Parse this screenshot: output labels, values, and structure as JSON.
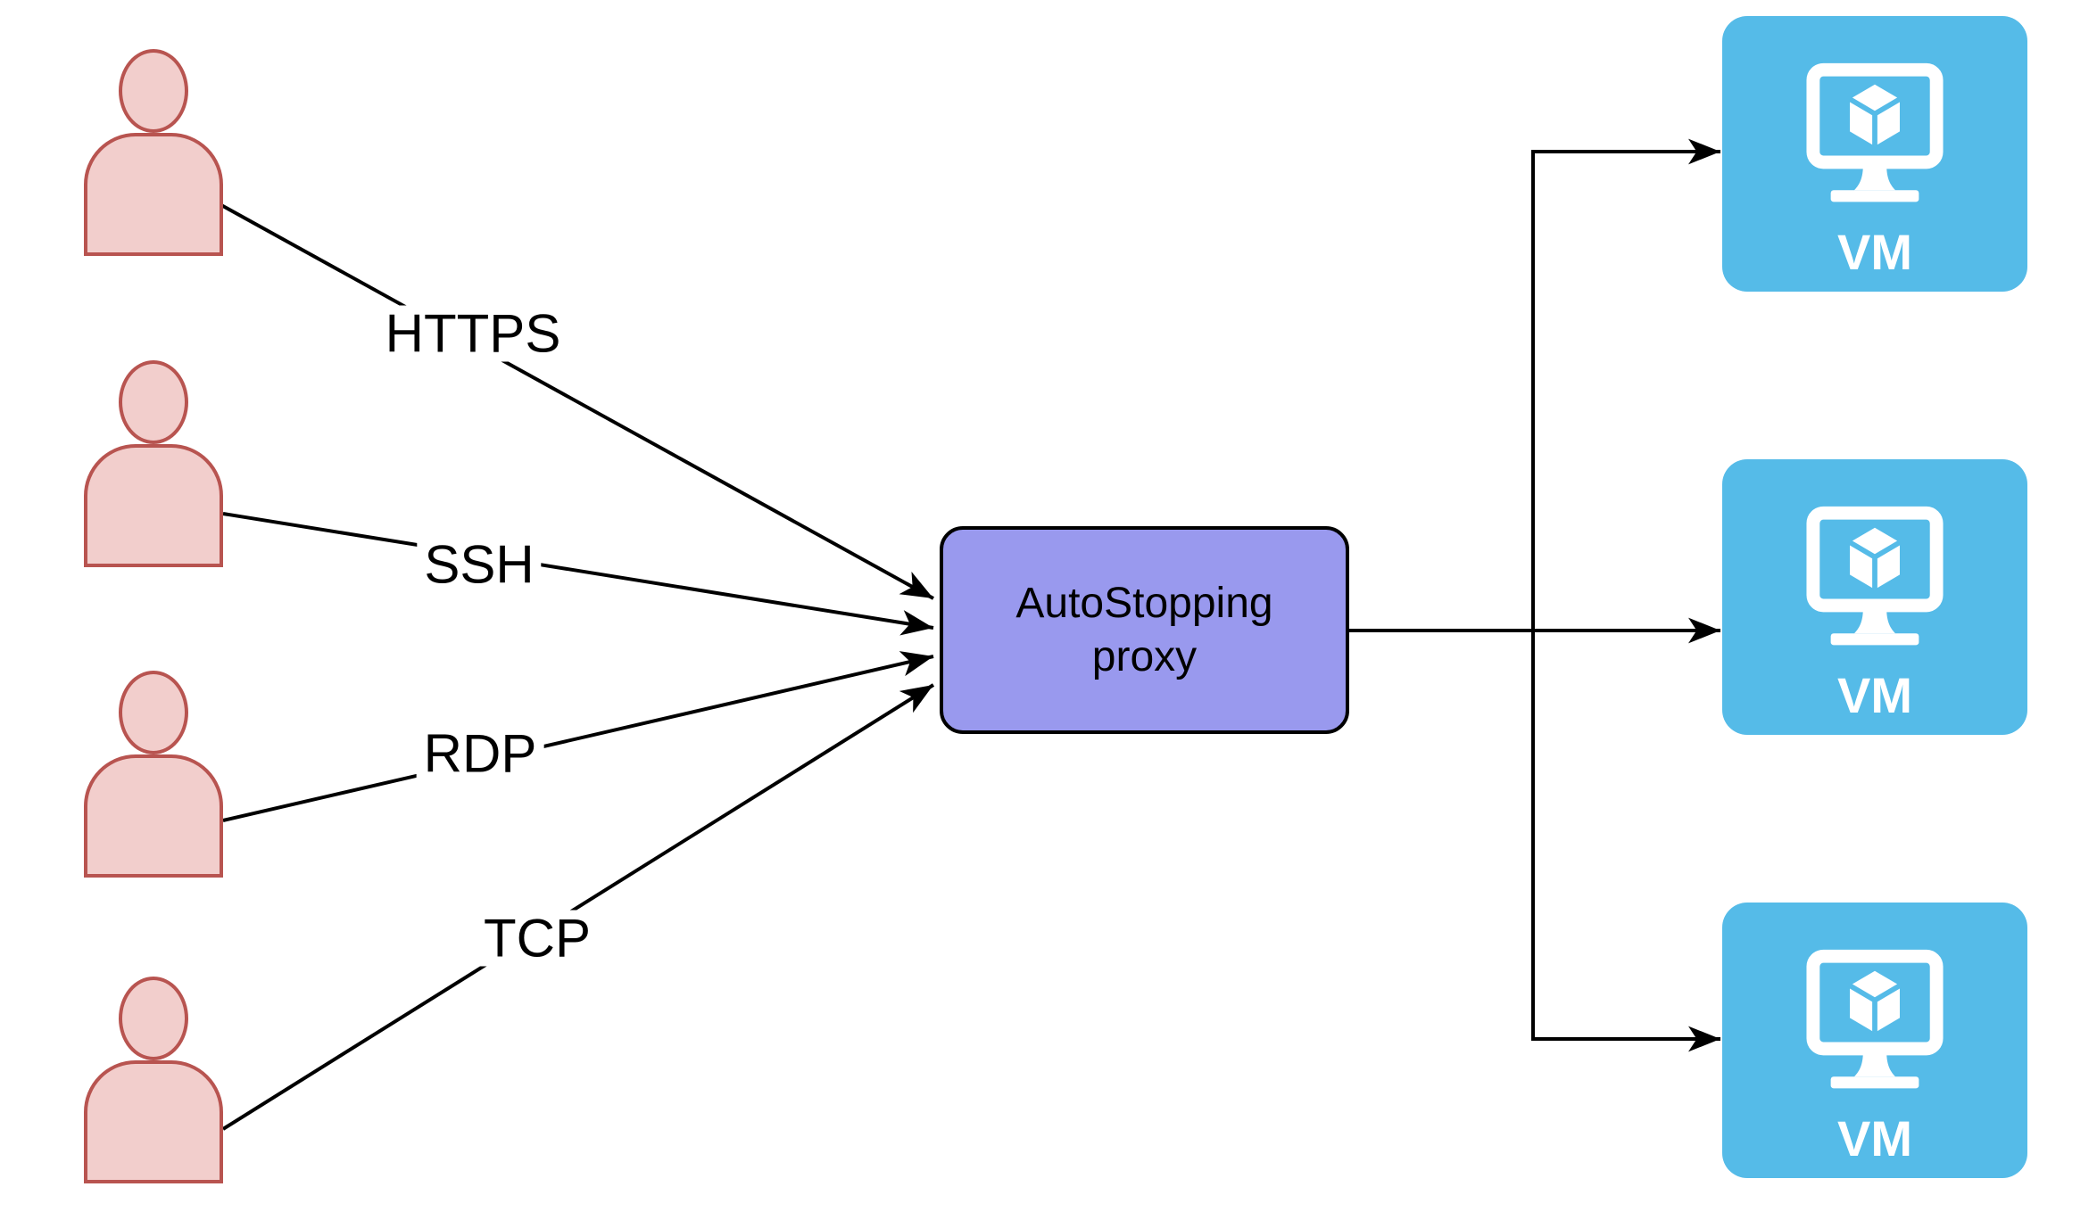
{
  "diagram": {
    "users": [
      {
        "icon": "person-icon"
      },
      {
        "icon": "person-icon"
      },
      {
        "icon": "person-icon"
      },
      {
        "icon": "person-icon"
      }
    ],
    "edges": [
      {
        "label": "HTTPS"
      },
      {
        "label": "SSH"
      },
      {
        "label": "RDP"
      },
      {
        "label": "TCP"
      }
    ],
    "proxy": {
      "label": "AutoStopping\nproxy"
    },
    "vms": [
      {
        "label": "VM",
        "icon": "vm-monitor-cube-icon"
      },
      {
        "label": "VM",
        "icon": "vm-monitor-cube-icon"
      },
      {
        "label": "VM",
        "icon": "vm-monitor-cube-icon"
      }
    ],
    "colors": {
      "background": "#FFFFFF",
      "user_fill": "#F2CECC",
      "user_stroke": "#B85450",
      "proxy_fill": "#9999EE",
      "proxy_border": "#000000",
      "vm_fill": "#55BBE8",
      "vm_icon": "#FFFFFF",
      "connector": "#000000",
      "label_text": "#000000",
      "vm_label_text": "#FFFFFF"
    }
  }
}
